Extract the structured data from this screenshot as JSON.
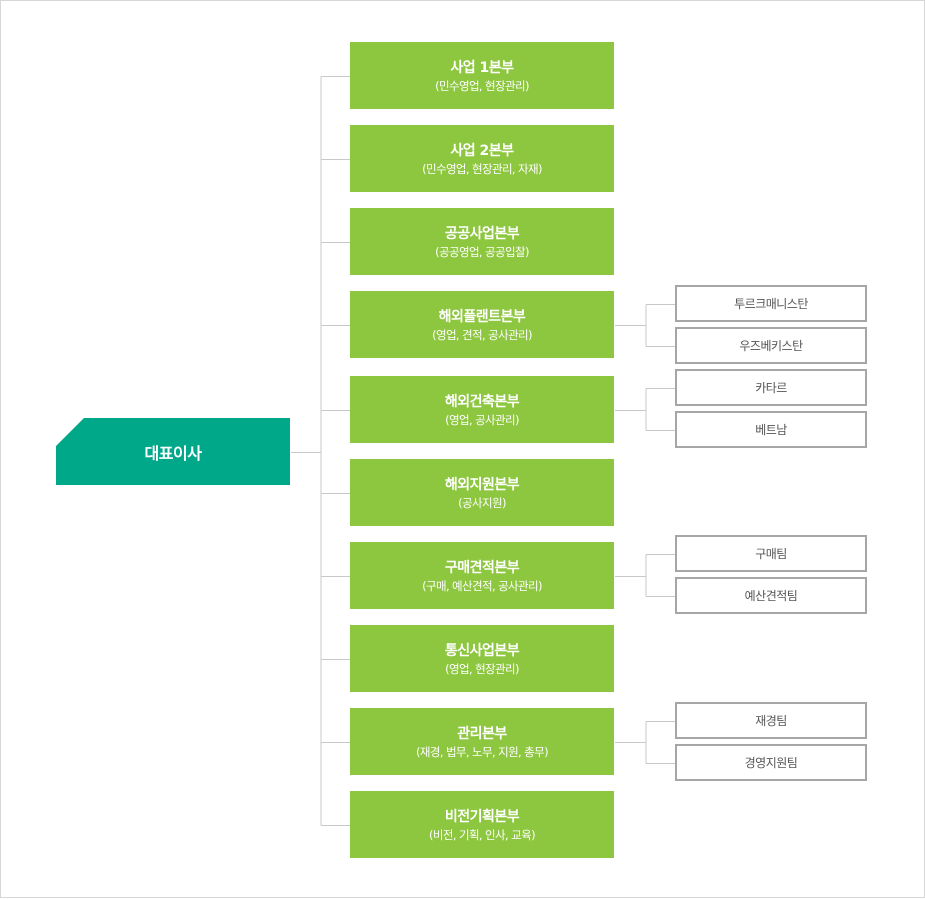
{
  "ceo": {
    "label": "대표이사"
  },
  "divisions": [
    {
      "name": "사업 1본부",
      "desc": "(민수영업, 현장관리)",
      "teams": []
    },
    {
      "name": "사업 2본부",
      "desc": "(민수영업, 현장관리, 자재)",
      "teams": []
    },
    {
      "name": "공공사업본부",
      "desc": "(공공영업, 공공입찰)",
      "teams": []
    },
    {
      "name": "해외플랜트본부",
      "desc": "(영업, 견적, 공사관리)",
      "teams": [
        "투르크매니스탄",
        "우즈베키스탄"
      ]
    },
    {
      "name": "해외건축본부",
      "desc": "(영업, 공사관리)",
      "teams": [
        "카타르",
        "베트남"
      ]
    },
    {
      "name": "해외지원본부",
      "desc": "(공사지원)",
      "teams": []
    },
    {
      "name": "구매견적본부",
      "desc": "(구매, 예산견적, 공사관리)",
      "teams": [
        "구매팀",
        "예산견적팀"
      ]
    },
    {
      "name": "통신사업본부",
      "desc": "(영업, 현장관리)",
      "teams": []
    },
    {
      "name": "관리본부",
      "desc": "(재경, 법무, 노무, 지원, 총무)",
      "teams": [
        "재경팀",
        "경영지원팀"
      ]
    },
    {
      "name": "비전기획본부",
      "desc": "(비전, 기획, 인사, 교육)",
      "teams": []
    }
  ],
  "colors": {
    "ceo": "#00a88a",
    "division": "#8dc63f",
    "team_border": "#a6a6a6",
    "connector": "#c8c8c8"
  }
}
